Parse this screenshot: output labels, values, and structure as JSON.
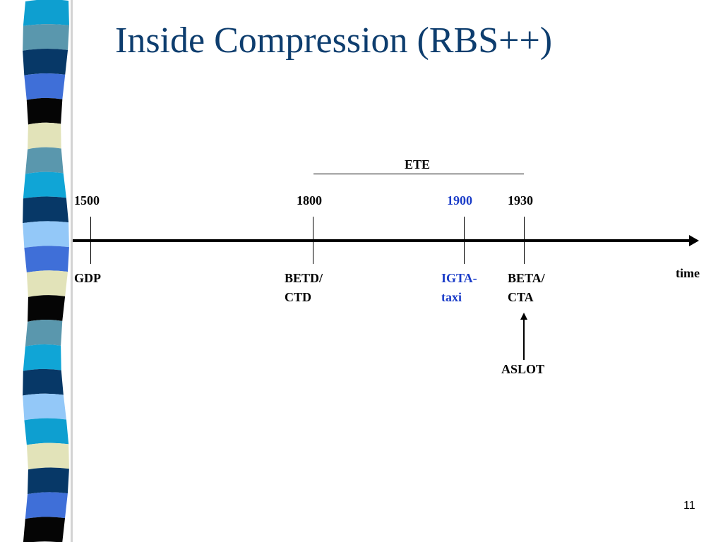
{
  "slide": {
    "title": "Inside Compression (RBS++)",
    "title_color": "#0d3d6e",
    "page_number": "11"
  },
  "timeline": {
    "span_label": "ETE",
    "axis_label": "time",
    "highlight_color": "#1a3cc8",
    "years": [
      "1500",
      "1800",
      "1900",
      "1930"
    ],
    "events": [
      {
        "line1": "GDP",
        "line2": ""
      },
      {
        "line1": "BETD/",
        "line2": "CTD"
      },
      {
        "line1": "IGTA-",
        "line2": "taxi"
      },
      {
        "line1": "BETA/",
        "line2": "CTA"
      }
    ],
    "pointer_label": "ASLOT"
  },
  "decoration": {
    "stripe_colors": [
      "#0e9fd0",
      "#5a97ad",
      "#073867",
      "#3f6fd8",
      "#050505",
      "#e2e3b9",
      "#5a97ad",
      "#10a5d6",
      "#073867",
      "#93c8f8",
      "#3f6fd8",
      "#e2e3b9",
      "#050505",
      "#5a97ad",
      "#10a5d6",
      "#073867",
      "#93c8f8",
      "#0e9fd0",
      "#e2e3b9",
      "#073867",
      "#3f6fd8",
      "#050505"
    ]
  }
}
